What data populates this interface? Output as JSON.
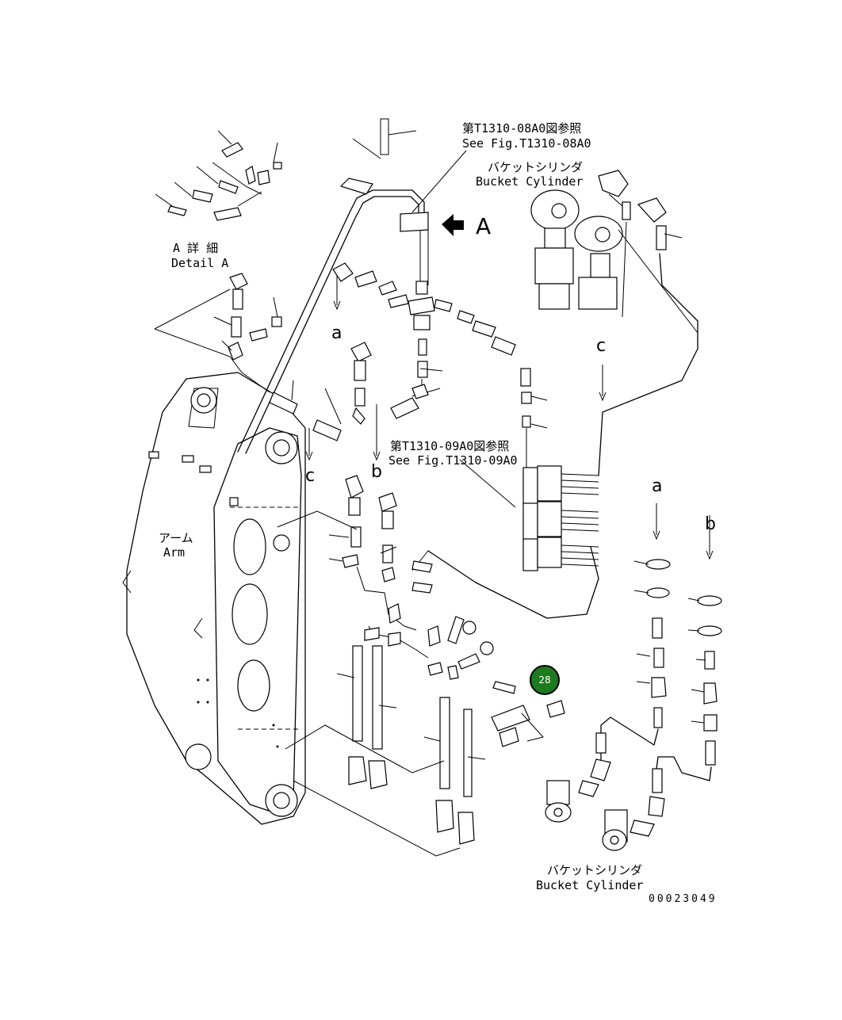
{
  "labels": {
    "ref_top_jp": "第T1310-08A0図参照",
    "ref_top_en": "See Fig.T1310-08A0",
    "ref_mid_jp": "第T1310-09A0図参照",
    "ref_mid_en": "See Fig.T1310-09A0",
    "bucket_top_jp": "バケットシリンダ",
    "bucket_top_en": "Bucket Cylinder",
    "bucket_bottom_jp": "バケットシリンダ",
    "bucket_bottom_en": "Bucket Cylinder",
    "detail_jp": "A 詳 細",
    "detail_en": "Detail A",
    "arm_jp": "アーム",
    "arm_en": "Arm",
    "view_a": "A",
    "letter_a1": "a",
    "letter_a2": "a",
    "letter_b1": "b",
    "letter_b2": "b",
    "letter_c1": "c",
    "letter_c2": "c",
    "drawing_no": "00023049"
  },
  "callout": {
    "number": "28",
    "color": "#1e7a1e"
  }
}
